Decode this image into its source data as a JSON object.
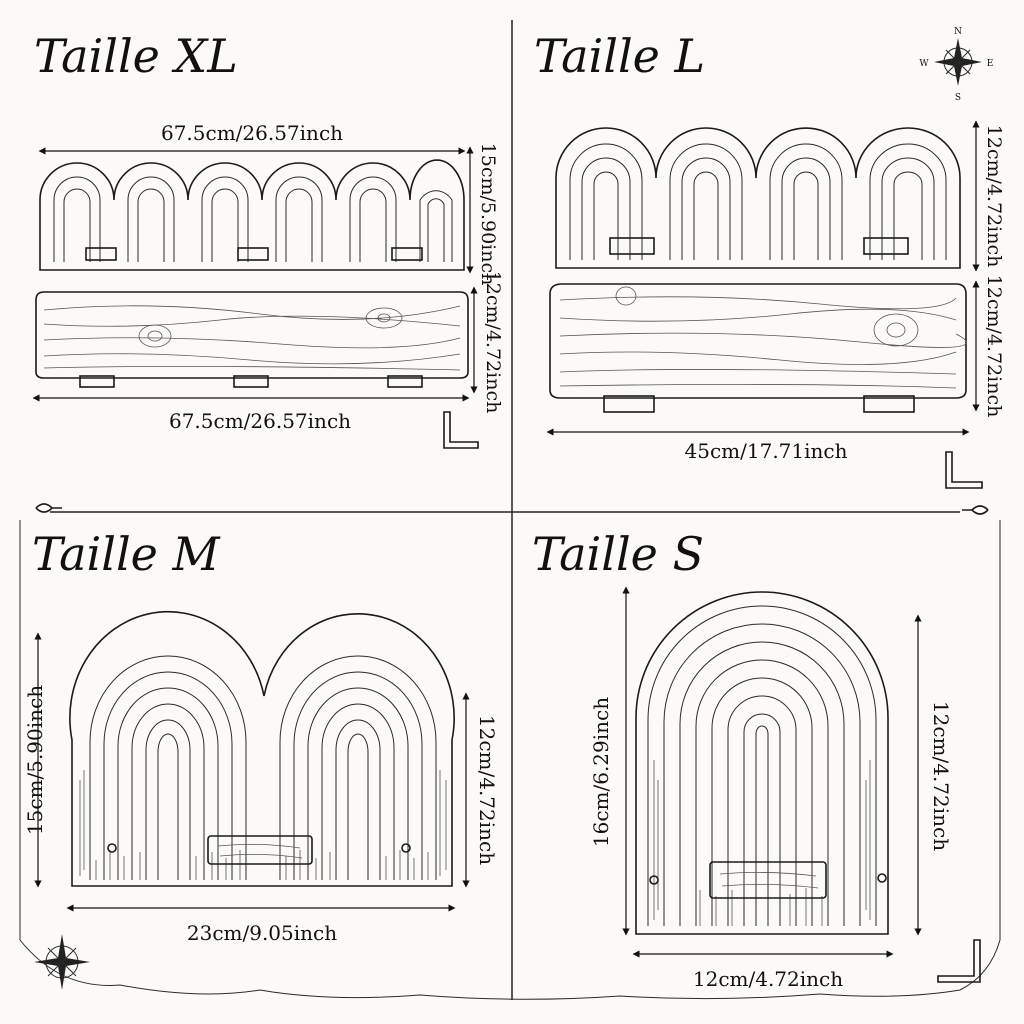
{
  "panels": {
    "xl": {
      "title": "Taille XL",
      "width_top": "67.5cm/26.57inch",
      "height_top": "15cm/5.90inch",
      "height_bottom": "12cm/4.72inch",
      "width_bottom": "67.5cm/26.57inch"
    },
    "l": {
      "title": "Taille L",
      "height_top": "12cm/4.72inch",
      "height_bottom": "12cm/4.72inch",
      "width_bottom": "45cm/17.71inch"
    },
    "m": {
      "title": "Taille M",
      "height_left": "15cm/5.90inch",
      "height_right": "12cm/4.72inch",
      "width": "23cm/9.05inch"
    },
    "s": {
      "title": "Taille S",
      "height_left": "16cm/6.29inch",
      "height_right": "12cm/4.72inch",
      "width": "12cm/4.72inch"
    }
  },
  "compass": {
    "n": "N",
    "e": "E",
    "s": "S",
    "w": "W"
  },
  "icons": [
    "compass-rose-icon",
    "carpenter-square-icon",
    "scroll-ornament-icon"
  ]
}
